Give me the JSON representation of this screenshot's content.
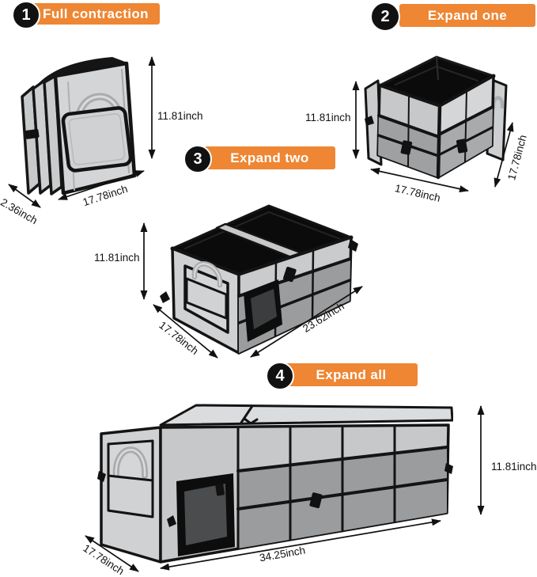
{
  "colors": {
    "accent_orange": "#EE8633",
    "badge_black": "#111111",
    "label_text_white": "#ffffff",
    "dimension_text": "#111111",
    "product_gray": "#CDCFD1",
    "product_mesh_gray": "#9A9C9E",
    "product_trim_black": "#141414",
    "handle_silver": "#AEB0B2",
    "background": "#ffffff"
  },
  "steps": [
    {
      "number": "1",
      "label": "Full contraction",
      "illustration": "folded-flat-organizer",
      "dimensions": {
        "height": "11.81inch",
        "width": "17.78inch",
        "depth": "2.36inch"
      }
    },
    {
      "number": "2",
      "label": "Expand one",
      "illustration": "one-compartment-open",
      "dimensions": {
        "height": "11.81inch",
        "width": "17.78inch",
        "depth": "17.78inch"
      }
    },
    {
      "number": "3",
      "label": "Expand two",
      "illustration": "two-compartments-open",
      "dimensions": {
        "height": "11.81inch",
        "width": "23.62inch",
        "depth": "17.78inch"
      }
    },
    {
      "number": "4",
      "label": "Expand all",
      "illustration": "fully-expanded-with-lid",
      "dimensions": {
        "height": "11.81inch",
        "width": "34.25inch",
        "depth": "17.78inch"
      }
    }
  ]
}
